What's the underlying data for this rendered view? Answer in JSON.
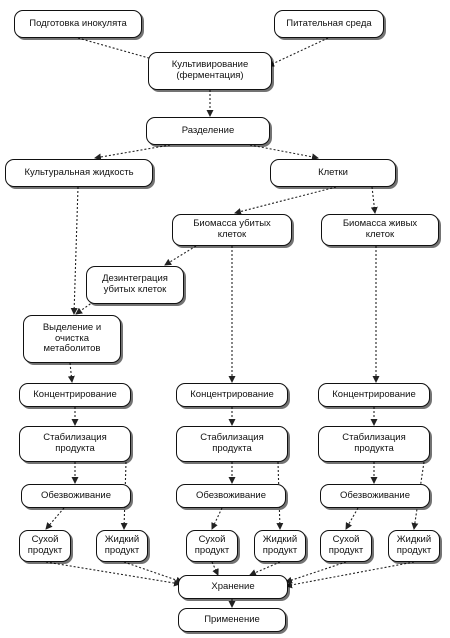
{
  "nodes": {
    "inoculum": "Подготовка инокулята",
    "medium": "Питательная среда",
    "cultivation": "Культивирование\n(ферментация)",
    "separation": "Разделение",
    "culture_liquid": "Культуральная жидкость",
    "cells": "Клетки",
    "dead_biomass": "Биомасса убитых\nклеток",
    "live_biomass": "Биомасса живых\nклеток",
    "disintegration": "Дезинтеграция\nубитых клеток",
    "metabolites": "Выделение и\nочистка\nметаболитов",
    "conc_1": "Концентрирование",
    "conc_2": "Концентрирование",
    "conc_3": "Концентрирование",
    "stab_1": "Стабилизация\nпродукта",
    "stab_2": "Стабилизация\nпродукта",
    "stab_3": "Стабилизация\nпродукта",
    "dehyd_1": "Обезвоживание",
    "dehyd_2": "Обезвоживание",
    "dehyd_3": "Обезвоживание",
    "dry_1": "Сухой\nпродукт",
    "liquid_1": "Жидкий\nпродукт",
    "dry_2": "Сухой\nпродукт",
    "liquid_2": "Жидкий\nпродукт",
    "dry_3": "Сухой\nпродукт",
    "liquid_3": "Жидкий\nпродукт",
    "storage": "Хранение",
    "application": "Применение"
  }
}
